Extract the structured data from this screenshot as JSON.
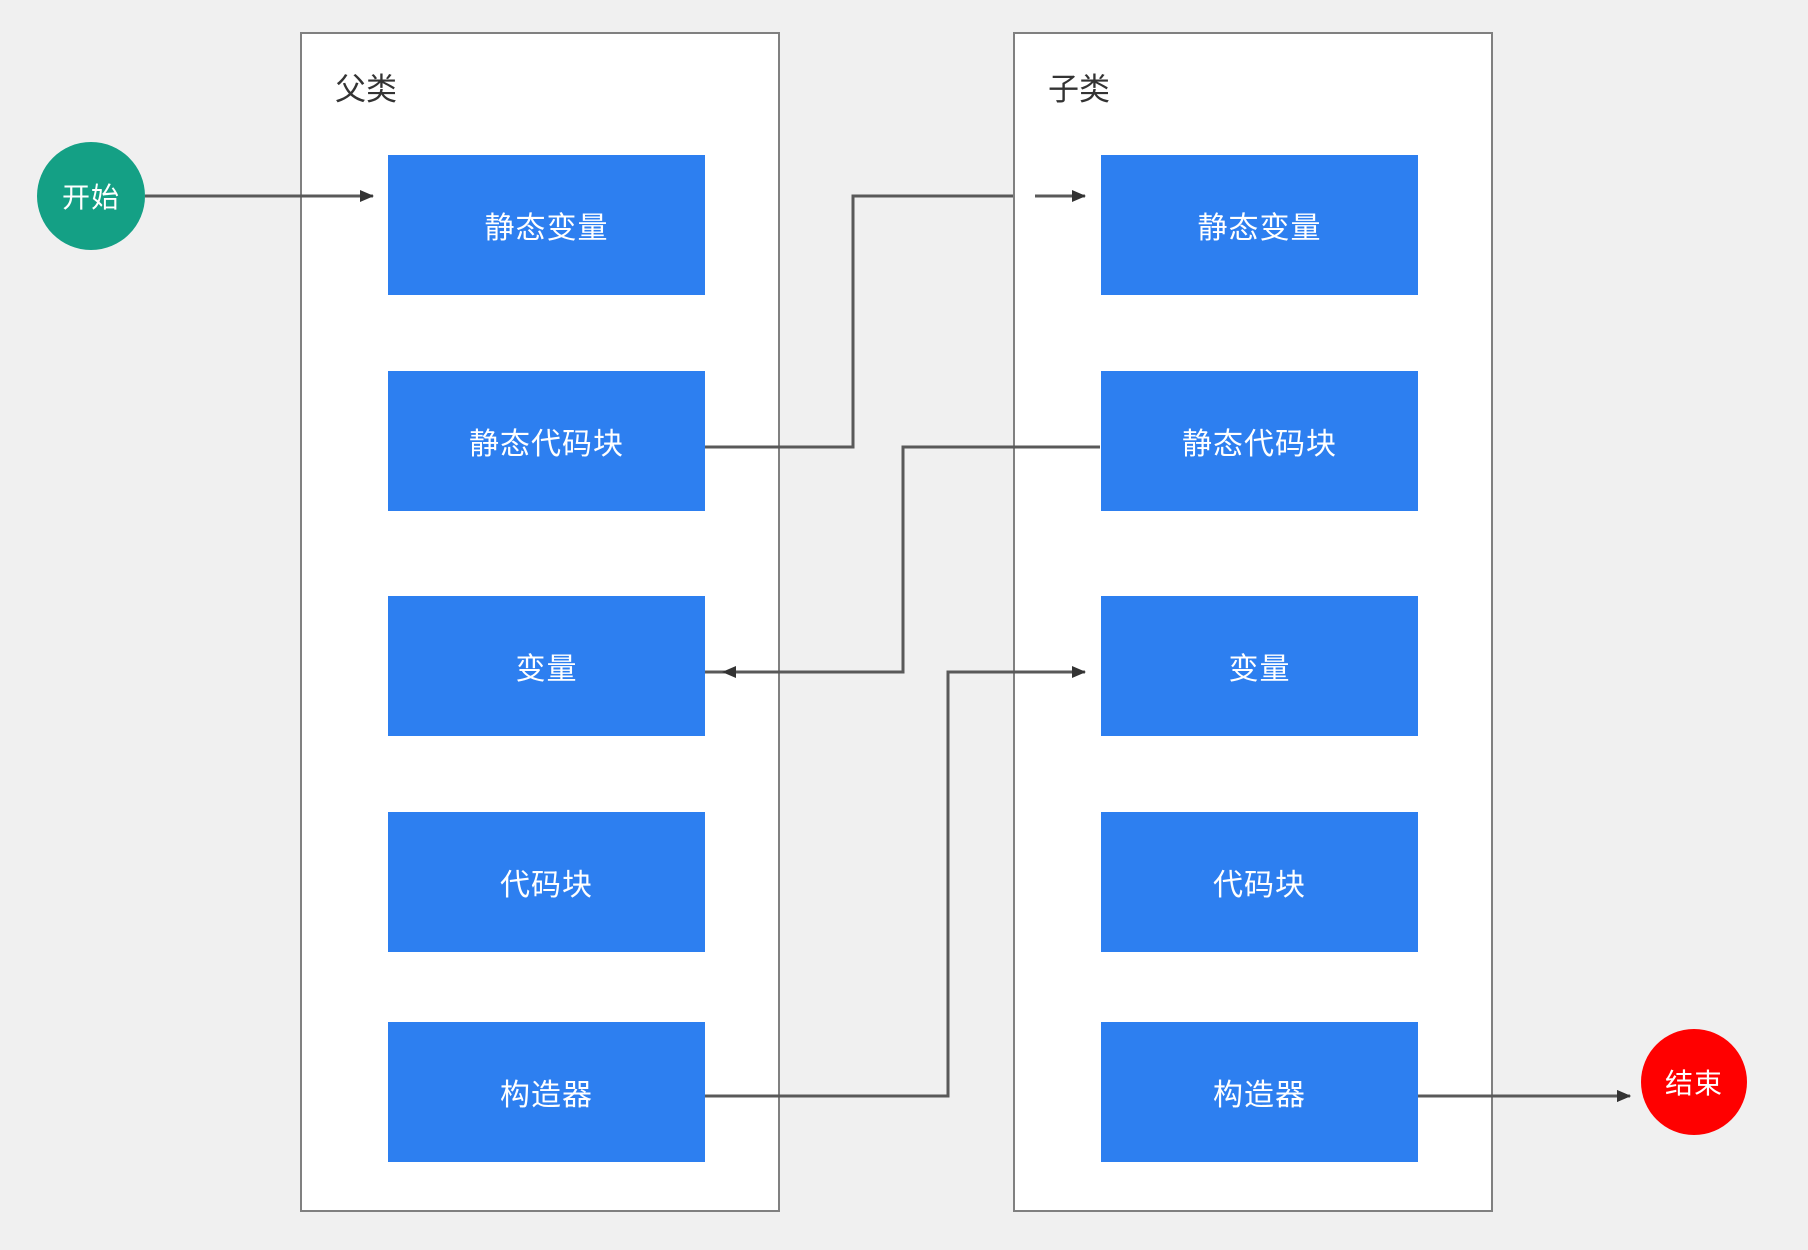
{
  "diagram": {
    "background_color": "#f0f0f0",
    "node_fill_color": "#2d7ff0",
    "start_color": "#14a085",
    "end_color": "#ff0000",
    "edge_color": "#595959",
    "lane_border_color": "#808080",
    "lane_fill_color": "#ffffff"
  },
  "terminators": {
    "start": {
      "label": "开始"
    },
    "end": {
      "label": "结束"
    }
  },
  "lanes": [
    {
      "id": "parent",
      "title": "父类",
      "nodes": [
        {
          "id": "parent-static-var",
          "label": "静态变量"
        },
        {
          "id": "parent-static-block",
          "label": "静态代码块"
        },
        {
          "id": "parent-var",
          "label": "变量"
        },
        {
          "id": "parent-block",
          "label": "代码块"
        },
        {
          "id": "parent-ctor",
          "label": "构造器"
        }
      ]
    },
    {
      "id": "child",
      "title": "子类",
      "nodes": [
        {
          "id": "child-static-var",
          "label": "静态变量"
        },
        {
          "id": "child-static-block",
          "label": "静态代码块"
        },
        {
          "id": "child-var",
          "label": "变量"
        },
        {
          "id": "child-block",
          "label": "代码块"
        },
        {
          "id": "child-ctor",
          "label": "构造器"
        }
      ]
    }
  ],
  "edges": [
    {
      "id": "e-start-parent-static-var",
      "from": "start",
      "to": "parent-static-var",
      "arrow": "right"
    },
    {
      "id": "e-p-sv-p-sb",
      "from": "parent-static-var",
      "to": "parent-static-block",
      "arrow": "down"
    },
    {
      "id": "e-p-sb-c-sv",
      "from": "parent-static-block",
      "to": "child-static-var",
      "arrow": "right"
    },
    {
      "id": "e-c-sv-c-sb",
      "from": "child-static-var",
      "to": "child-static-block",
      "arrow": "down"
    },
    {
      "id": "e-c-sb-p-var",
      "from": "child-static-block",
      "to": "parent-var",
      "arrow": "left"
    },
    {
      "id": "e-p-var-p-block",
      "from": "parent-var",
      "to": "parent-block",
      "arrow": "down"
    },
    {
      "id": "e-p-block-p-ctor",
      "from": "parent-block",
      "to": "parent-ctor",
      "arrow": "down"
    },
    {
      "id": "e-p-ctor-c-var",
      "from": "parent-ctor",
      "to": "child-var",
      "arrow": "right"
    },
    {
      "id": "e-c-var-c-block",
      "from": "child-var",
      "to": "child-block",
      "arrow": "down"
    },
    {
      "id": "e-c-block-c-ctor",
      "from": "child-block",
      "to": "child-ctor",
      "arrow": "down"
    },
    {
      "id": "e-c-ctor-end",
      "from": "child-ctor",
      "to": "end",
      "arrow": "right"
    }
  ]
}
